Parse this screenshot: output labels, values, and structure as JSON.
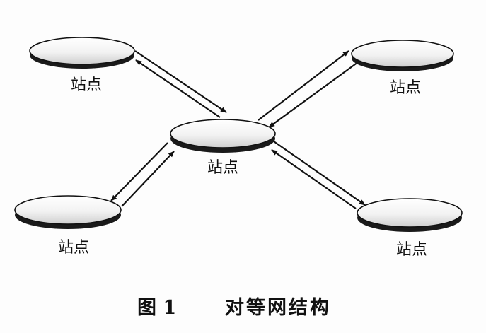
{
  "nodes": [
    {
      "id": "top-left",
      "label": "站点"
    },
    {
      "id": "top-right",
      "label": "站点"
    },
    {
      "id": "center",
      "label": "站点"
    },
    {
      "id": "bottom-left",
      "label": "站点"
    },
    {
      "id": "bottom-right",
      "label": "站点"
    }
  ],
  "edges": [
    {
      "from": "center",
      "to": "top-left",
      "bidirectional": true
    },
    {
      "from": "center",
      "to": "top-right",
      "bidirectional": true
    },
    {
      "from": "center",
      "to": "bottom-left",
      "bidirectional": true
    },
    {
      "from": "center",
      "to": "bottom-right",
      "bidirectional": true
    }
  ],
  "caption": {
    "figure": "图 1",
    "title": "对等网结构"
  }
}
